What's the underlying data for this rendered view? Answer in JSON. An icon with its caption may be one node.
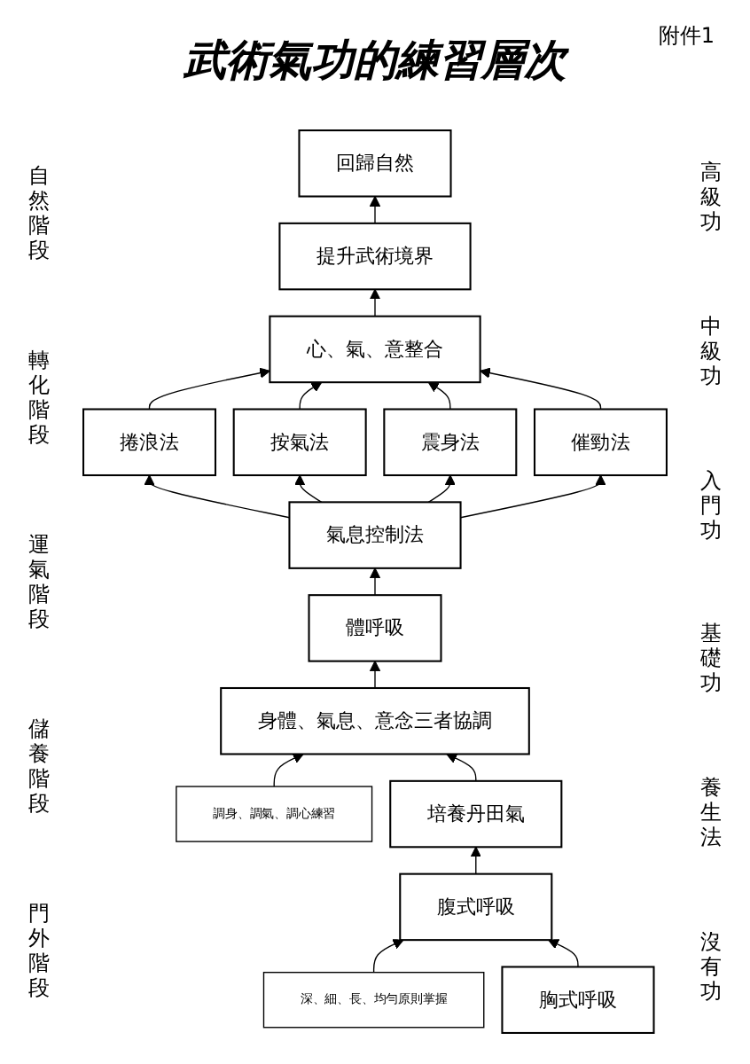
{
  "diagram": {
    "title": "武術氣功的練習層次",
    "nodes": [
      {
        "text": [
          "回歸自然"
        ]
      },
      {
        "text": [
          "提升武術境界"
        ]
      },
      {
        "text": [
          "心、氣、意整合"
        ]
      },
      {
        "text": [
          "捲浪法"
        ]
      },
      {
        "text": [
          "按氣法"
        ]
      },
      {
        "text": [
          "震身法"
        ]
      },
      {
        "text": [
          "催勁法"
        ]
      },
      {
        "text": [
          "氣息控制法"
        ]
      },
      {
        "text": [
          "體呼吸"
        ]
      },
      {
        "text": [
          "身體、氣息、意念三者協調"
        ]
      },
      {
        "text": [
          "調身、調氣、調心練習"
        ]
      },
      {
        "text": [
          "培養丹田氣"
        ]
      },
      {
        "text": [
          "腹式呼吸"
        ]
      },
      {
        "text": [
          "深、細、長、均勻原則掌握"
        ]
      },
      {
        "text": [
          "胸式呼吸"
        ]
      }
    ],
    "edges": [
      {
        "from": 1,
        "to": 0,
        "arrow": "to"
      },
      {
        "from": 2,
        "to": 1,
        "arrow": "to"
      },
      {
        "from": 3,
        "to": 2,
        "arrow": "to"
      },
      {
        "from": 4,
        "to": 2,
        "arrow": "to"
      },
      {
        "from": 5,
        "to": 2,
        "arrow": "to"
      },
      {
        "from": 6,
        "to": 2,
        "arrow": "to"
      },
      {
        "from": 7,
        "to": 3,
        "arrow": "to"
      },
      {
        "from": 7,
        "to": 4,
        "arrow": "to"
      },
      {
        "from": 7,
        "to": 5,
        "arrow": "to"
      },
      {
        "from": 7,
        "to": 6,
        "arrow": "to"
      },
      {
        "from": 8,
        "to": 7,
        "arrow": "to"
      },
      {
        "from": 9,
        "to": 8,
        "arrow": "to"
      },
      {
        "from": 10,
        "to": 9,
        "arrow": "to"
      },
      {
        "from": 11,
        "to": 9,
        "arrow": "to"
      },
      {
        "from": 12,
        "to": 11,
        "arrow": "to"
      },
      {
        "from": 13,
        "to": 12,
        "arrow": "to"
      },
      {
        "from": 14,
        "to": 12,
        "arrow": "to"
      }
    ],
    "labels": [
      "附件1",
      "自然階段",
      "高級功",
      "轉化階段",
      "中級功",
      "運氣階段",
      "入門功",
      "儲養階段",
      "基礎功",
      "養生法",
      "門外階段",
      "沒有功"
    ]
  }
}
